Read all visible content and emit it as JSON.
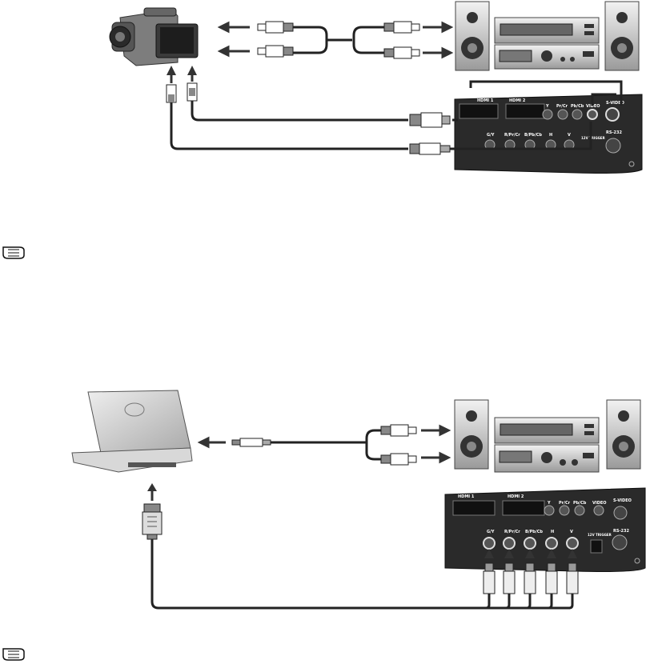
{
  "diagram_top": {
    "panel_labels": {
      "hdmi1": "HDMI 1",
      "hdmi2": "HDMI 2",
      "y": "Y",
      "pr_cr": "Pr/Cr",
      "pb_cb": "Pb/Cb",
      "video": "VIDEO",
      "svideo": "S-VIDEO",
      "gy": "G/Y",
      "rpr": "R/Pr/Cr",
      "bpb": "B/Pb/Cb",
      "h": "H",
      "v": "V",
      "rs232": "RS-232",
      "trigger": "12V TRIGGER"
    }
  },
  "diagram_bottom": {
    "panel_labels": {
      "hdmi1": "HDMI 1",
      "hdmi2": "HDMI 2",
      "y": "Y",
      "pr_cr": "Pr/Cr",
      "pb_cb": "Pb/Cb",
      "video": "VIDEO",
      "svideo": "S-VIDEO",
      "gy": "G/Y",
      "rpr": "R/Pr/Cr",
      "bpb": "B/Pb/Cb",
      "h": "H",
      "v": "V",
      "rs232": "RS-232",
      "trigger": "12V TRIGGER"
    }
  },
  "note_icons": [
    "note-hand-icon",
    "note-hand-icon"
  ]
}
